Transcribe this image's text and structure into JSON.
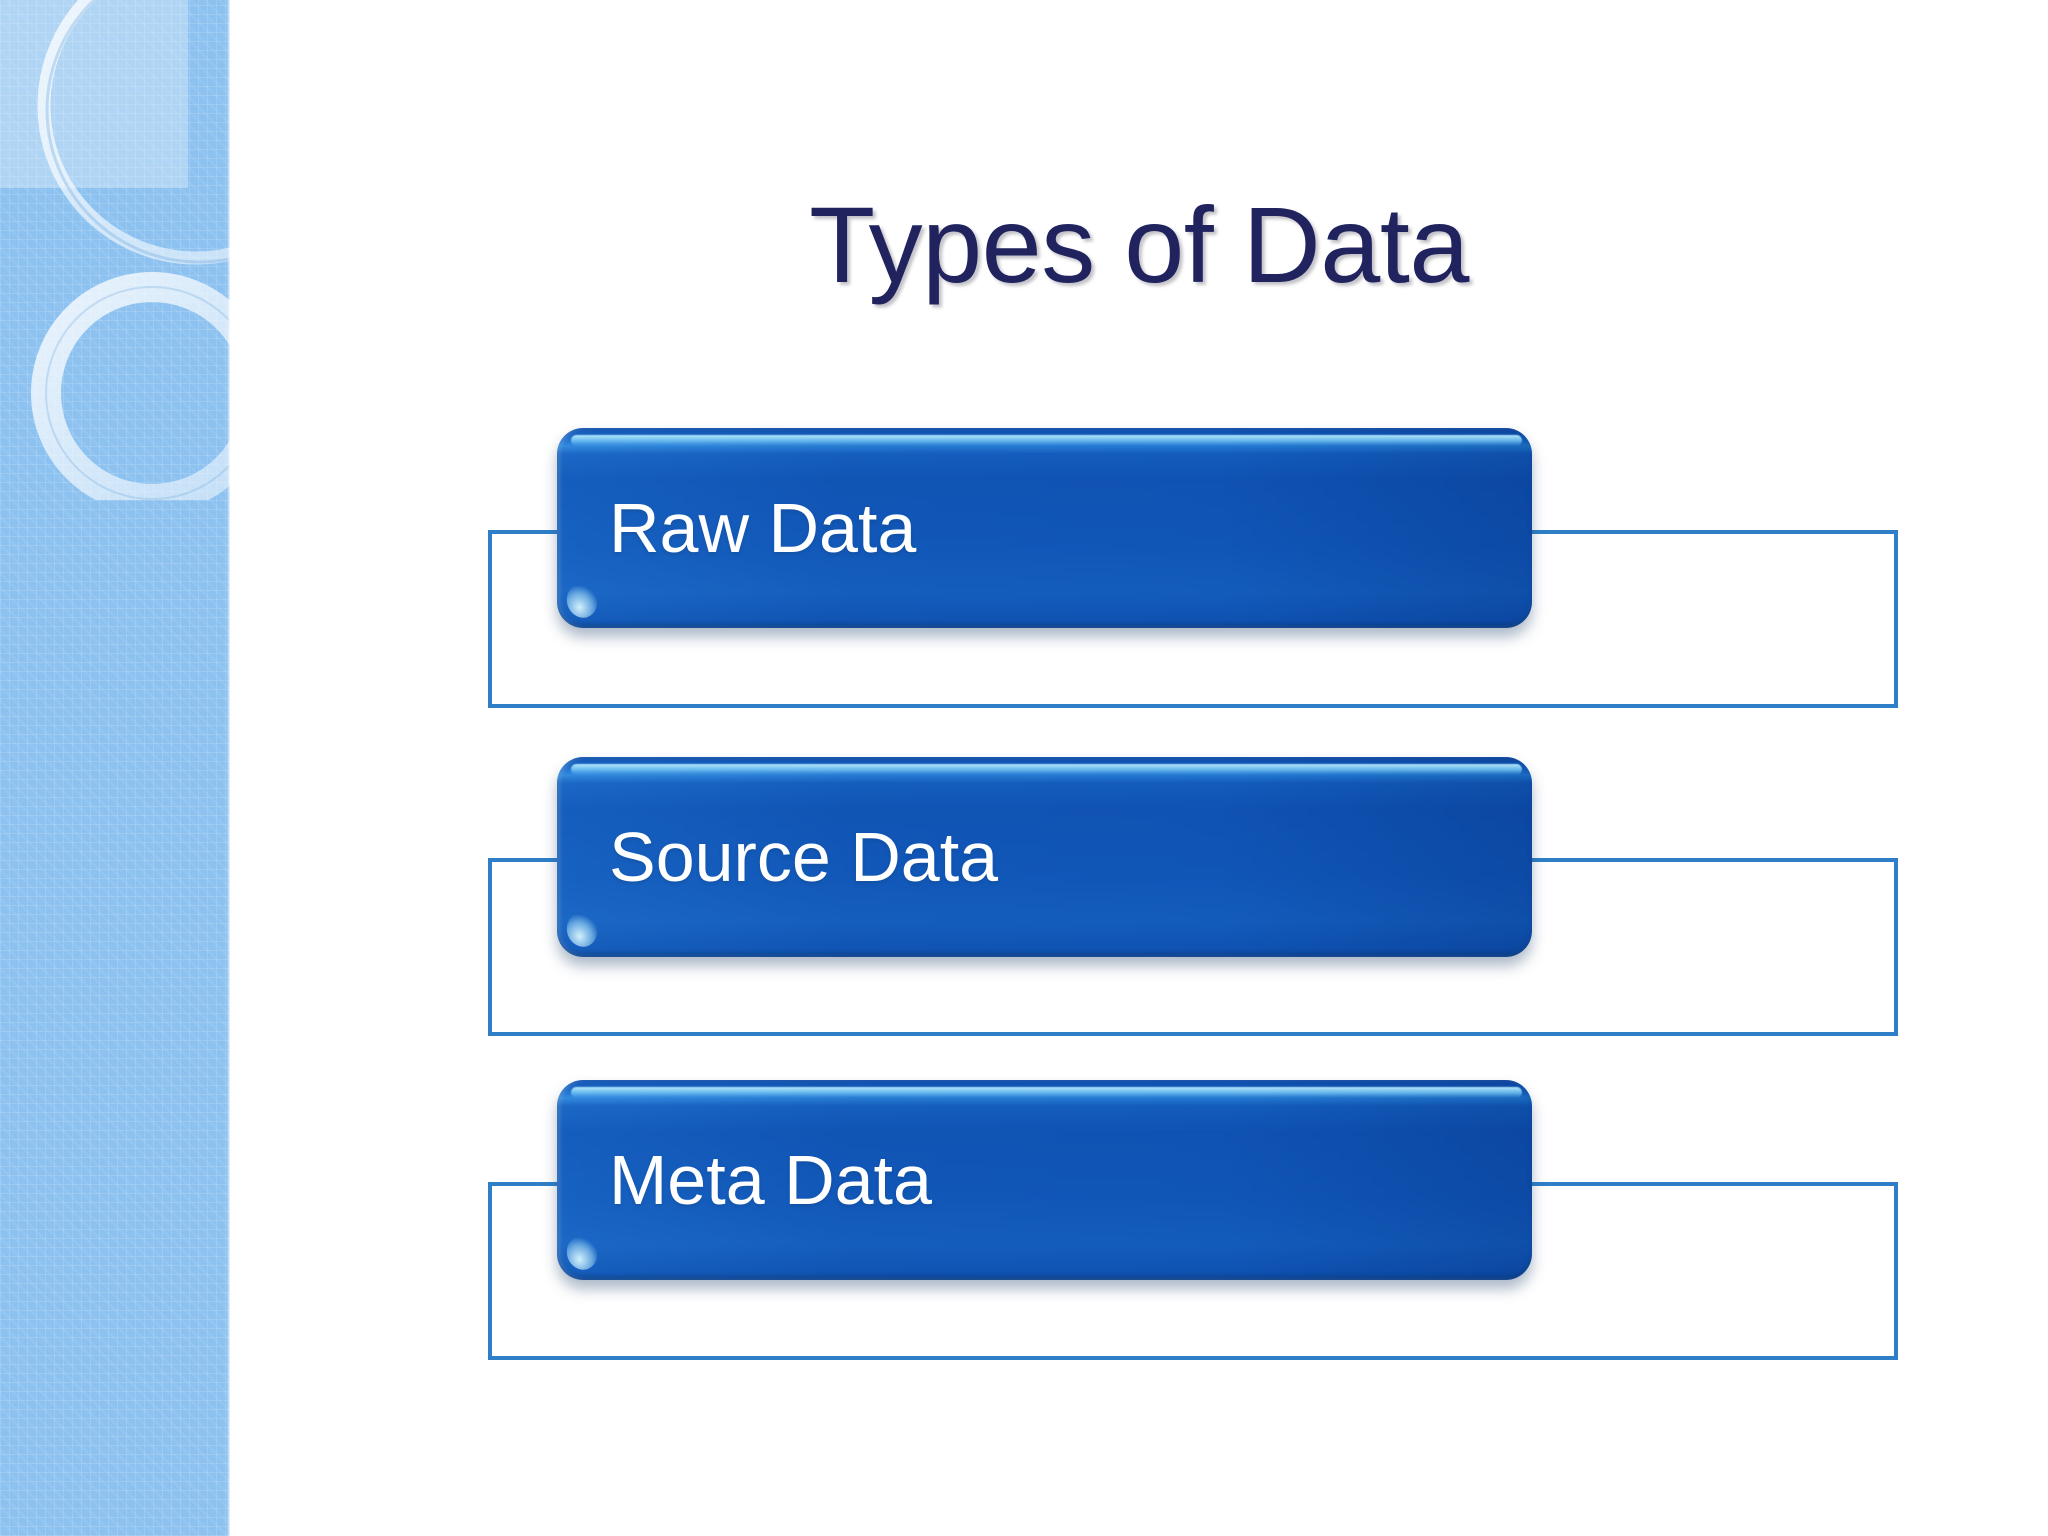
{
  "slide": {
    "title": "Types of Data",
    "background_color": "#ffffff",
    "title_color": "#20235e",
    "accent_color": "#4195d8",
    "outline_color": "#2e7fc8",
    "sidebar_color": "#8dc2f0"
  },
  "sidebar": {
    "decoration": "concentric-circles-graphic"
  },
  "diagram": {
    "type": "vertical-list",
    "items": [
      {
        "label": "Raw Data"
      },
      {
        "label": "Source Data"
      },
      {
        "label": "Meta Data"
      }
    ]
  }
}
